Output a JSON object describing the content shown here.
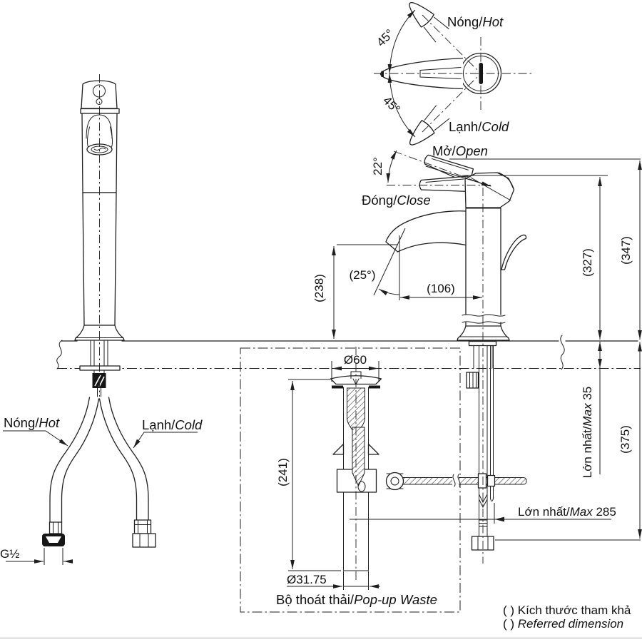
{
  "colors": {
    "line": "#1f1f1f",
    "background": "#ffffff",
    "shade": "#dcdcdc"
  },
  "top_view": {
    "hot": {
      "vi": "Nóng/",
      "en": "Hot"
    },
    "cold": {
      "vi": "Lạnh/",
      "en": "Cold"
    },
    "angle_upper": "45°",
    "angle_lower": "45°"
  },
  "operation": {
    "open": {
      "vi": "Mở/",
      "en": "Open"
    },
    "close": {
      "vi": "Đóng/",
      "en": "Close"
    },
    "angle": "22°"
  },
  "side_dims": {
    "spout_angle": "(25°)",
    "reach": "(106)",
    "spout_height": "(238)",
    "body_height": "(327)",
    "total_height": "(347)"
  },
  "under_counter": {
    "deck_max": {
      "vi": "Lớn nhất/",
      "en": "Max",
      "value": " 35"
    },
    "depth": "(375)",
    "rod_max": {
      "vi": "Lớn nhất/",
      "en": "Max",
      "value": " 285"
    }
  },
  "supply": {
    "hot": {
      "vi": "Nóng/",
      "en": "Hot"
    },
    "cold": {
      "vi": "Lạnh/",
      "en": "Cold"
    },
    "thread": "G½"
  },
  "popup": {
    "top_diameter": "Ø60",
    "length": "(241)",
    "pipe_diameter": "Ø31.75",
    "caption": {
      "vi": "Bộ thoát thải/",
      "en": "Pop-up Waste"
    }
  },
  "notes": {
    "vi": "(  ) Kích thước tham khả",
    "en_prefix": "(  ) ",
    "en": "Referred dimension"
  }
}
